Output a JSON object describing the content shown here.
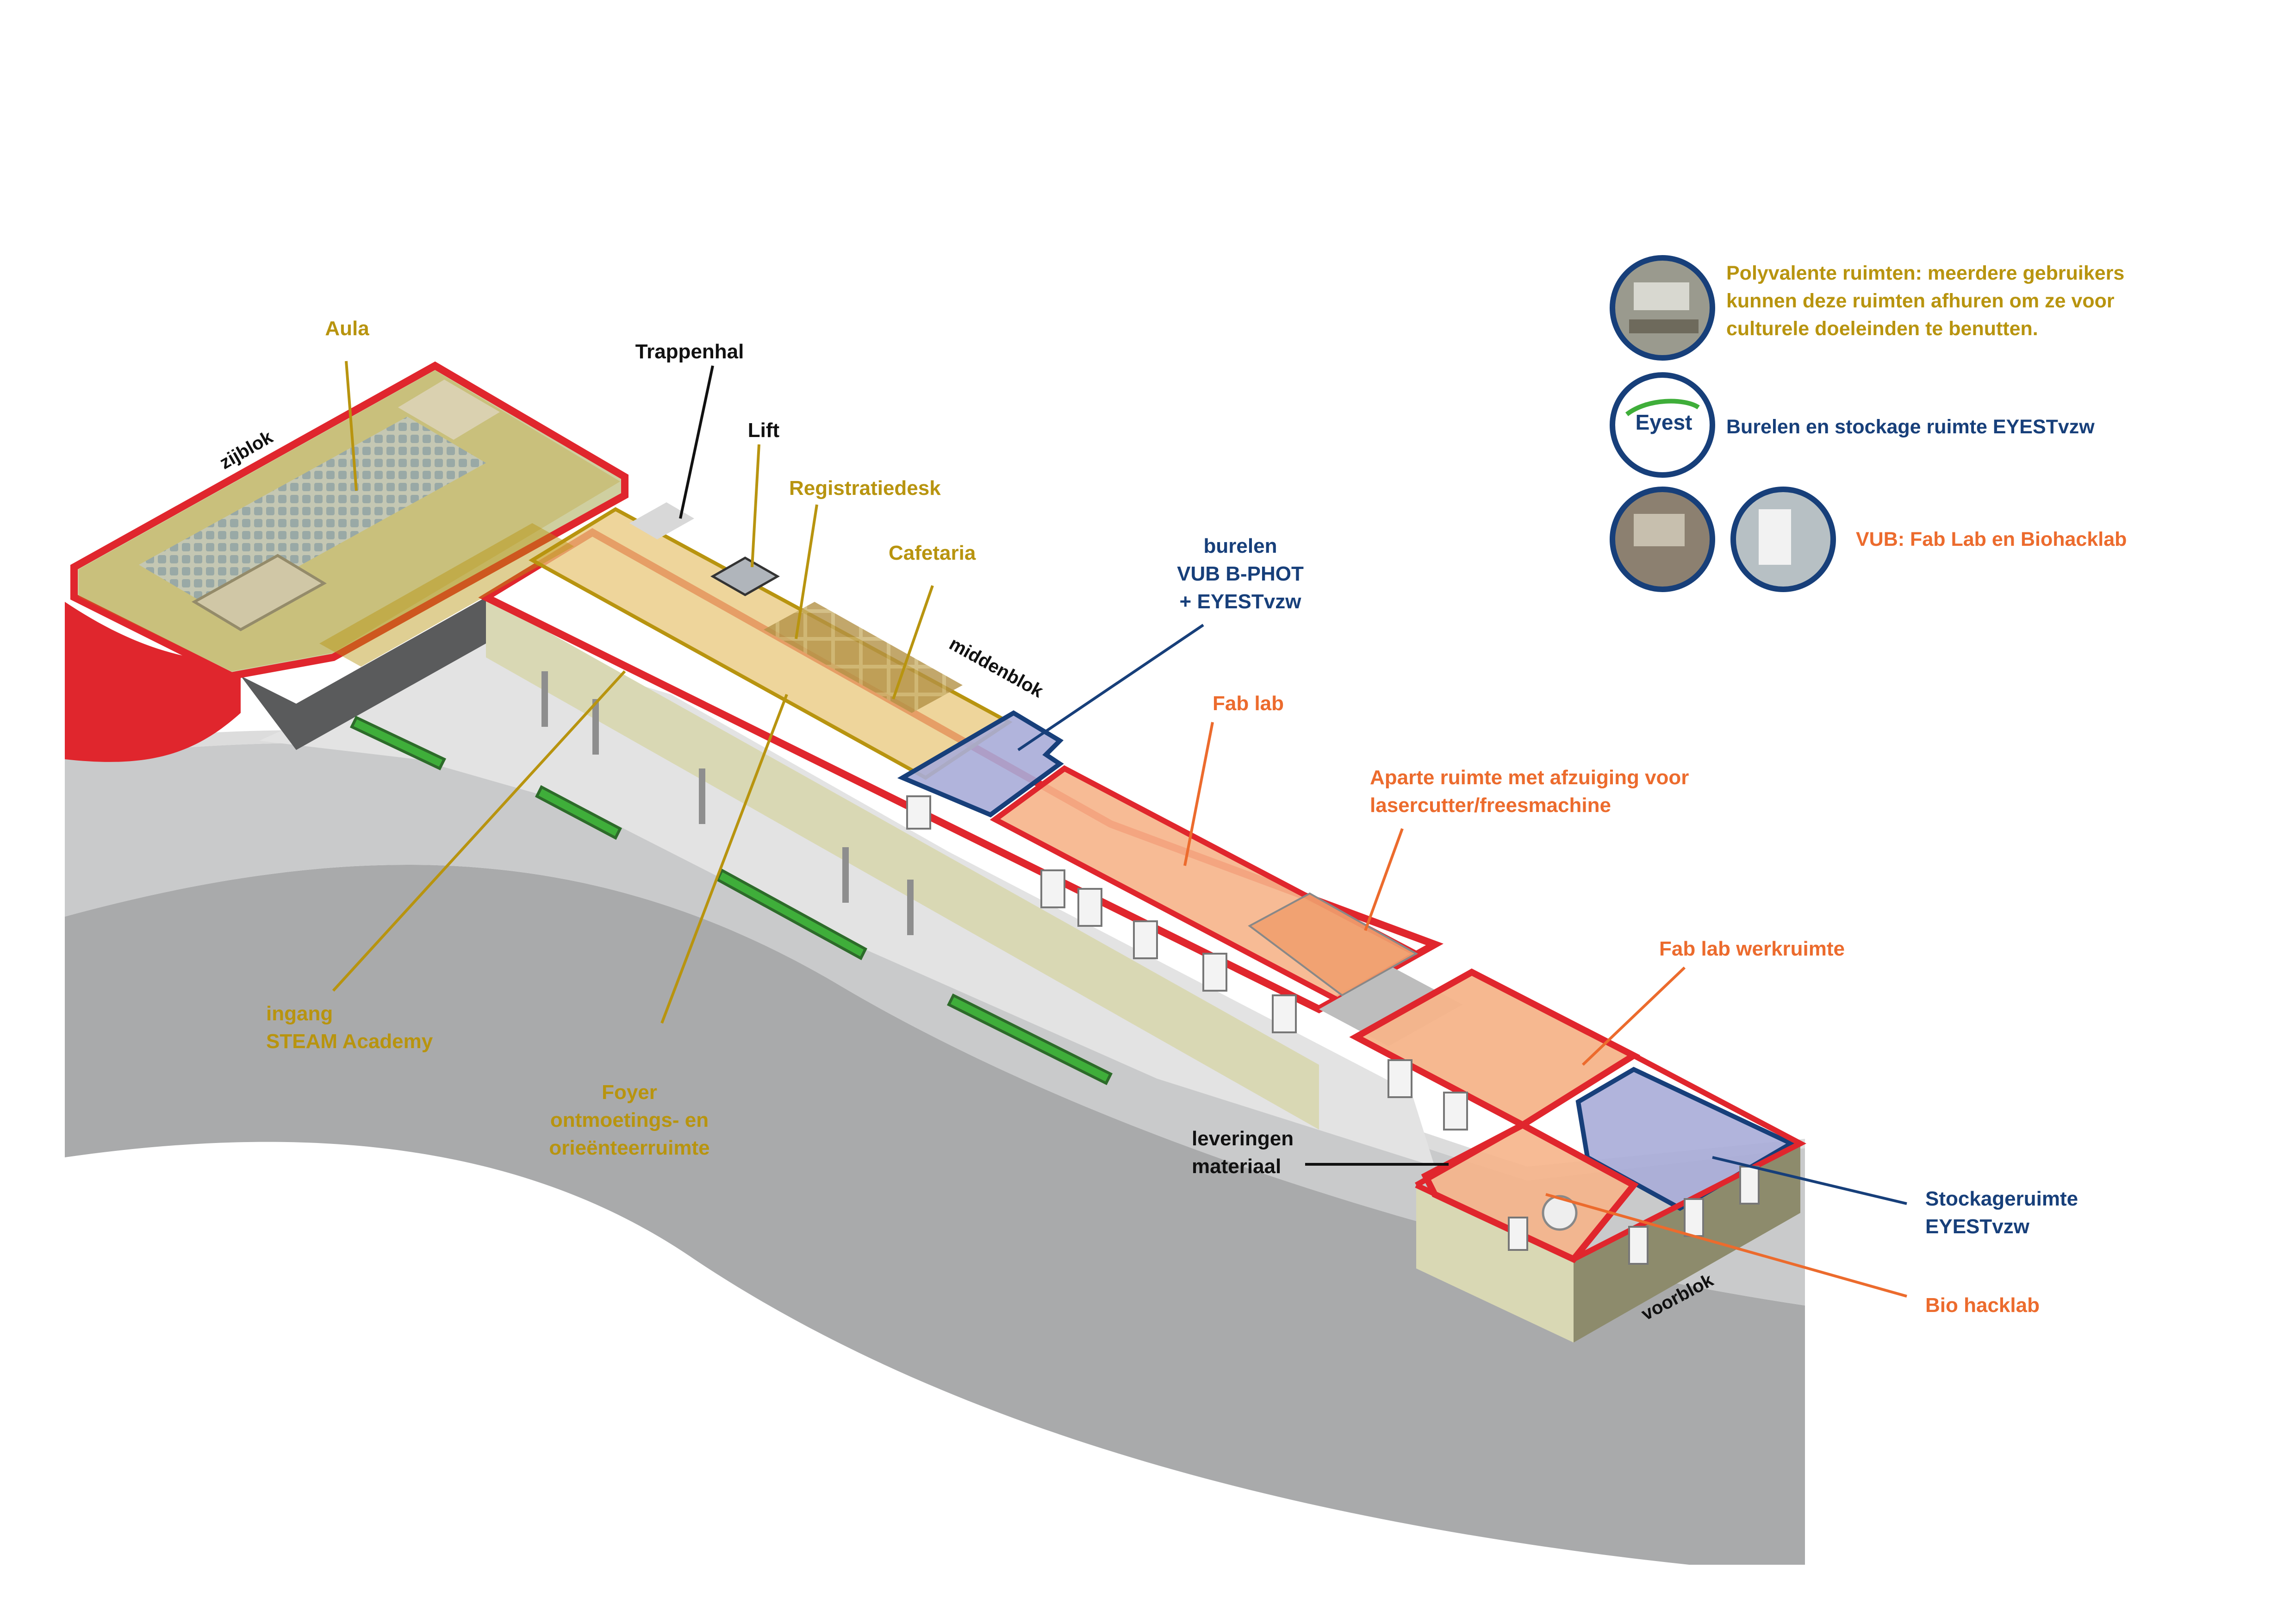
{
  "diagram": {
    "colors": {
      "polyvalent": "#b8940f",
      "eyest": "#173f7a",
      "fablab": "#ec6b2d",
      "wall_red": "#e0262d",
      "ground": "#c9cacb",
      "road": "#a9aaab",
      "facade": "#d9d8b4"
    },
    "labels": {
      "aula": "Aula",
      "trappenhal": "Trappenhal",
      "lift": "Lift",
      "registratiedesk": "Registratiedesk",
      "cafetaria": "Cafetaria",
      "burelen": "burelen\nVUB B-PHOT\n+ EYESTvzw",
      "fablab": "Fab lab",
      "aparte_ruimte": "Aparte ruimte met afzuiging voor\nlasercutter/freesmachine",
      "fablab_werkruimte": "Fab lab werkruimte",
      "ingang": "ingang\nSTEAM Academy",
      "foyer": "Foyer\nontmoetings- en\norieënteerruimte",
      "leveringen": "leveringen\nmateriaal",
      "stockageruimte": "Stockageruimte\nEYESTvzw",
      "biohacklab": "Bio hacklab",
      "zijblok": "zijblok",
      "middenblok": "middenblok",
      "voorblok": "voorblok"
    },
    "legend": {
      "polyvalent": "Polyvalente ruimten: meerdere gebruikers\nkunnen deze ruimten afhuren om ze voor\nculturele doeleinden te benutten.",
      "eyest": "Burelen en stockage ruimte EYESTvzw",
      "eyest_logo": "Eyest",
      "vub": "VUB: Fab Lab en Biohacklab"
    }
  }
}
